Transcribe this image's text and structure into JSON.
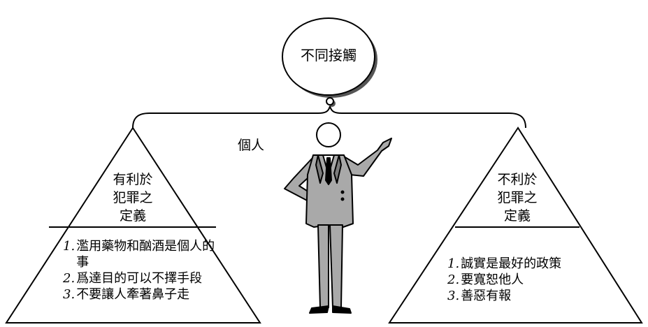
{
  "bubble": {
    "label": "不同接觸"
  },
  "person": {
    "label": "個人"
  },
  "left_triangle": {
    "title_lines": [
      "有利於",
      "犯罪之",
      "定義"
    ],
    "items": [
      {
        "num": "1.",
        "text": "濫用藥物和酗酒是個人的事"
      },
      {
        "num": "2.",
        "text": "爲達目的可以不擇手段"
      },
      {
        "num": "3.",
        "text": "不要讓人牽著鼻子走"
      }
    ]
  },
  "right_triangle": {
    "title_lines": [
      "不利於",
      "犯罪之",
      "定義"
    ],
    "items": [
      {
        "num": "1.",
        "text": "誠實是最好的政策"
      },
      {
        "num": "2.",
        "text": "要寬恕他人"
      },
      {
        "num": "3.",
        "text": "善惡有報"
      }
    ]
  },
  "colors": {
    "suit": "#a9a9a9",
    "suit_dark": "#7c7c7c",
    "line": "#000000",
    "shadow": "#333333"
  }
}
